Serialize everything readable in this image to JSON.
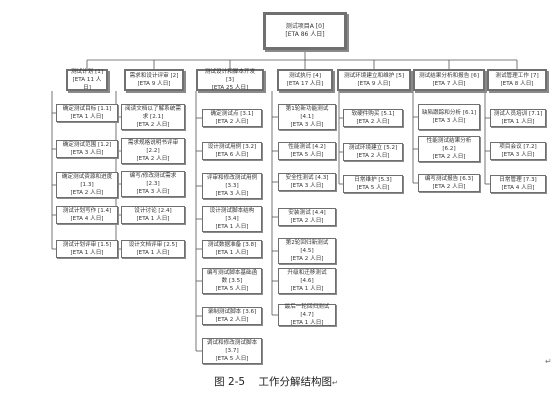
{
  "root": {
    "title": "测试项目A [0]",
    "eta": "[ETA 86 人日]"
  },
  "branches": [
    {
      "title": "测试计划 [1]",
      "eta": "[ETA 11 人日]",
      "items": [
        {
          "title": "确定测试目标 [1.1]",
          "eta": "[ETA 1 人日]"
        },
        {
          "title": "确定测试范围 [1.2]",
          "eta": "[ETA 3 人日]"
        },
        {
          "title": "确定测试资源和进度 [1.3]",
          "eta": "[ETA 2 人日]"
        },
        {
          "title": "测试计划写作 [1.4]",
          "eta": "[ETA 4 人日]"
        },
        {
          "title": "测试计划评审 [1.5]",
          "eta": "[ETA 1 人日]"
        }
      ]
    },
    {
      "title": "需求和设计评审 [2]",
      "eta": "[ETA 9 人日]",
      "items": [
        {
          "title": "阅读文档以了解系统需求 [2.1]",
          "eta": "[ETA 2 人日]"
        },
        {
          "title": "需求规格说明书评审 [2.2]",
          "eta": "[ETA 2 人日]"
        },
        {
          "title": "编写/修改测试需求 [2.3]",
          "eta": "[ETA 3 人日]"
        },
        {
          "title": "设计讨论 [2.4]",
          "eta": "[ETA 1 人日]"
        },
        {
          "title": "设计文档评审 [2.5]",
          "eta": "[ETA 1 人日]"
        }
      ]
    },
    {
      "title": "测试设计和脚本开发 [3]",
      "eta": "[ETA 25 人日]",
      "items": [
        {
          "title": "确定测试点 [3.1]",
          "eta": "[ETA 2 人日]"
        },
        {
          "title": "设计测试用例 [3.2]",
          "eta": "[ETA 6 人日]"
        },
        {
          "title": "评审和修改测试用例 [3.3]",
          "eta": "[ETA 3 人日]"
        },
        {
          "title": "设计测试脚本结构 [3.4]",
          "eta": "[ETA 1 人日]"
        },
        {
          "title": "测试数据准备 [3.8]",
          "eta": "[ETA 1 人日]"
        },
        {
          "title": "编写测试脚本基础函数 [3.5]",
          "eta": "[ETA 5 人日]"
        },
        {
          "title": "录制测试脚本 [3.6]",
          "eta": "[ETA 2 人日]"
        },
        {
          "title": "调试和修改测试脚本 [3.7]",
          "eta": "[ETA 5 人日]"
        }
      ]
    },
    {
      "title": "测试执行 [4]",
      "eta": "[ETA 17 人日]",
      "items": [
        {
          "title": "第1轮新功能测试 [4.1]",
          "eta": "[ETA 3 人日]"
        },
        {
          "title": "性能测试 [4.2]",
          "eta": "[ETA 5 人日]"
        },
        {
          "title": "安全性测试 [4.3]",
          "eta": "[ETA 3 人日]"
        },
        {
          "title": "安装测试 [4.4]",
          "eta": "[ETA 2 人日]"
        },
        {
          "title": "第2轮回归新测试 [4.5]",
          "eta": "[ETA 2 人日]"
        },
        {
          "title": "升级和迁移测试 [4.6]",
          "eta": "[ETA 1 人日]"
        },
        {
          "title": "最后一轮回归测试 [4.7]",
          "eta": "[ETA 1 人日]"
        }
      ]
    },
    {
      "title": "测试环境建立和维护 [5]",
      "eta": "[ETA 9 人日]",
      "items": [
        {
          "title": "软硬件购买 [5.1]",
          "eta": "[ETA 2 人日]"
        },
        {
          "title": "测试环境建立 [5.2]",
          "eta": "[ETA 2 人日]"
        },
        {
          "title": "日常维护 [5.3]",
          "eta": "[ETA 5 人日]"
        }
      ]
    },
    {
      "title": "测试结果分析和报告 [6]",
      "eta": "[ETA 7 人日]",
      "items": [
        {
          "title": "缺陷跟踪和分析 [6.1]",
          "eta": "[ETA 3 人日]"
        },
        {
          "title": "性能测试结果分析 [6.2]",
          "eta": "[ETA 2 人日]"
        },
        {
          "title": "编写测试报告 [6.3]",
          "eta": "[ETA 2 人日]"
        }
      ]
    },
    {
      "title": "测试管理工作 [7]",
      "eta": "[ETA 8 人日]",
      "items": [
        {
          "title": "测试人员培训 [7.1]",
          "eta": "[ETA 1 人日]"
        },
        {
          "title": "项目会议 [7.2]",
          "eta": "[ETA 3 人日]"
        },
        {
          "title": "日常管理 [7.3]",
          "eta": "[ETA 4 人日]"
        }
      ]
    }
  ],
  "caption": {
    "label": "图 2-5",
    "title": "工作分解结构图",
    "mark": "↵"
  },
  "end_mark": "↵"
}
